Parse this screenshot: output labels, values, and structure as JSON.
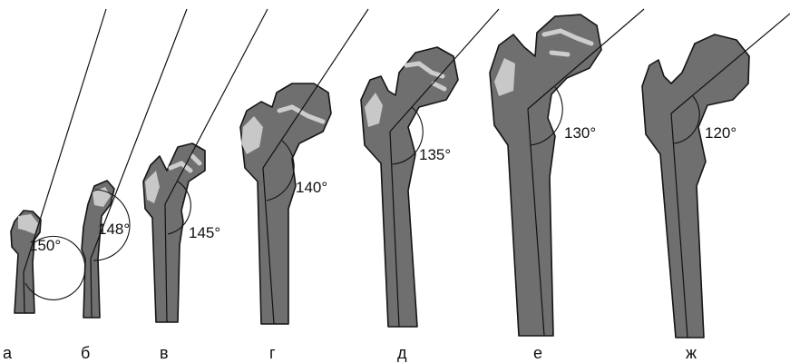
{
  "figures": [
    {
      "letter": "а",
      "angle": "150°"
    },
    {
      "letter": "б",
      "angle": "148°"
    },
    {
      "letter": "в",
      "angle": "145°"
    },
    {
      "letter": "г",
      "angle": "140°"
    },
    {
      "letter": "д",
      "angle": "135°"
    },
    {
      "letter": "е",
      "angle": "130°"
    },
    {
      "letter": "ж",
      "angle": "120°"
    }
  ]
}
